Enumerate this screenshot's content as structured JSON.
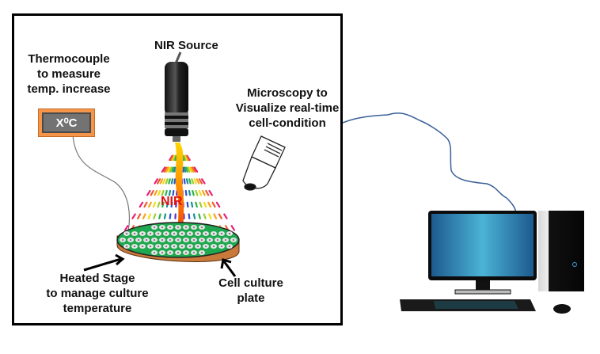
{
  "diagram": {
    "title_labels": {
      "nir_source": "NIR Source",
      "thermocouple": [
        "Thermocouple",
        "to measure",
        "temp. increase"
      ],
      "microscopy": [
        "Microscopy to",
        "Visualize real-time",
        "cell-condition"
      ],
      "heated_stage": [
        "Heated Stage",
        "to manage culture",
        "temperature"
      ],
      "cell_culture": [
        "Cell culture",
        "plate"
      ],
      "nir_beam": "NIR"
    },
    "thermocouple_readout": "X⁰C",
    "components": [
      {
        "id": "nir-source",
        "icon": "laser-emitter-icon"
      },
      {
        "id": "microscope",
        "icon": "microscope-objective-icon"
      },
      {
        "id": "thermocouple",
        "icon": "temperature-display-icon"
      },
      {
        "id": "culture-plate",
        "icon": "petri-dish-icon"
      },
      {
        "id": "computer",
        "icon": "desktop-computer-icon"
      }
    ],
    "colors": {
      "frame": "#000000",
      "cable": "#3a5f99",
      "readout_border": "#f4954a",
      "readout_bg": "#737373",
      "plate_base": "#c97a3a",
      "cells": "#1fa84f",
      "nir_text": "#e01010",
      "monitor_screen": "#3fa9cf"
    }
  }
}
